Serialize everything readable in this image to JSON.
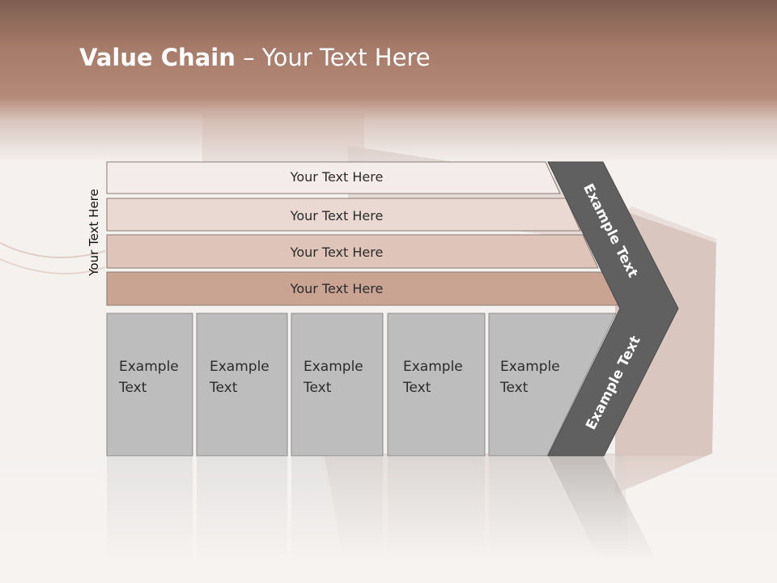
{
  "slide": {
    "title_bold": "Value Chain",
    "title_rest": " – Your Text Here",
    "side_label": "Your Text Here"
  },
  "rows": [
    {
      "label": "Your Text Here",
      "color": "#f3ecea"
    },
    {
      "label": "Your Text Here",
      "color": "#ead9d3"
    },
    {
      "label": "Your Text Here",
      "color": "#dfc4b9"
    },
    {
      "label": "Your Text Here",
      "color": "#c9a493"
    }
  ],
  "columns": [
    {
      "line1": "Example",
      "line2": "Text"
    },
    {
      "line1": "Example",
      "line2": "Text"
    },
    {
      "line1": "Example",
      "line2": "Text"
    },
    {
      "line1": "Example",
      "line2": "Text"
    },
    {
      "line1": "Example",
      "line2": "Text"
    }
  ],
  "arrow": {
    "upper_label": "Example Text",
    "lower_label": "Example Text",
    "color": "#606060"
  },
  "colors": {
    "header": "#a77b6a",
    "column_fill": "#bdbdbd"
  }
}
